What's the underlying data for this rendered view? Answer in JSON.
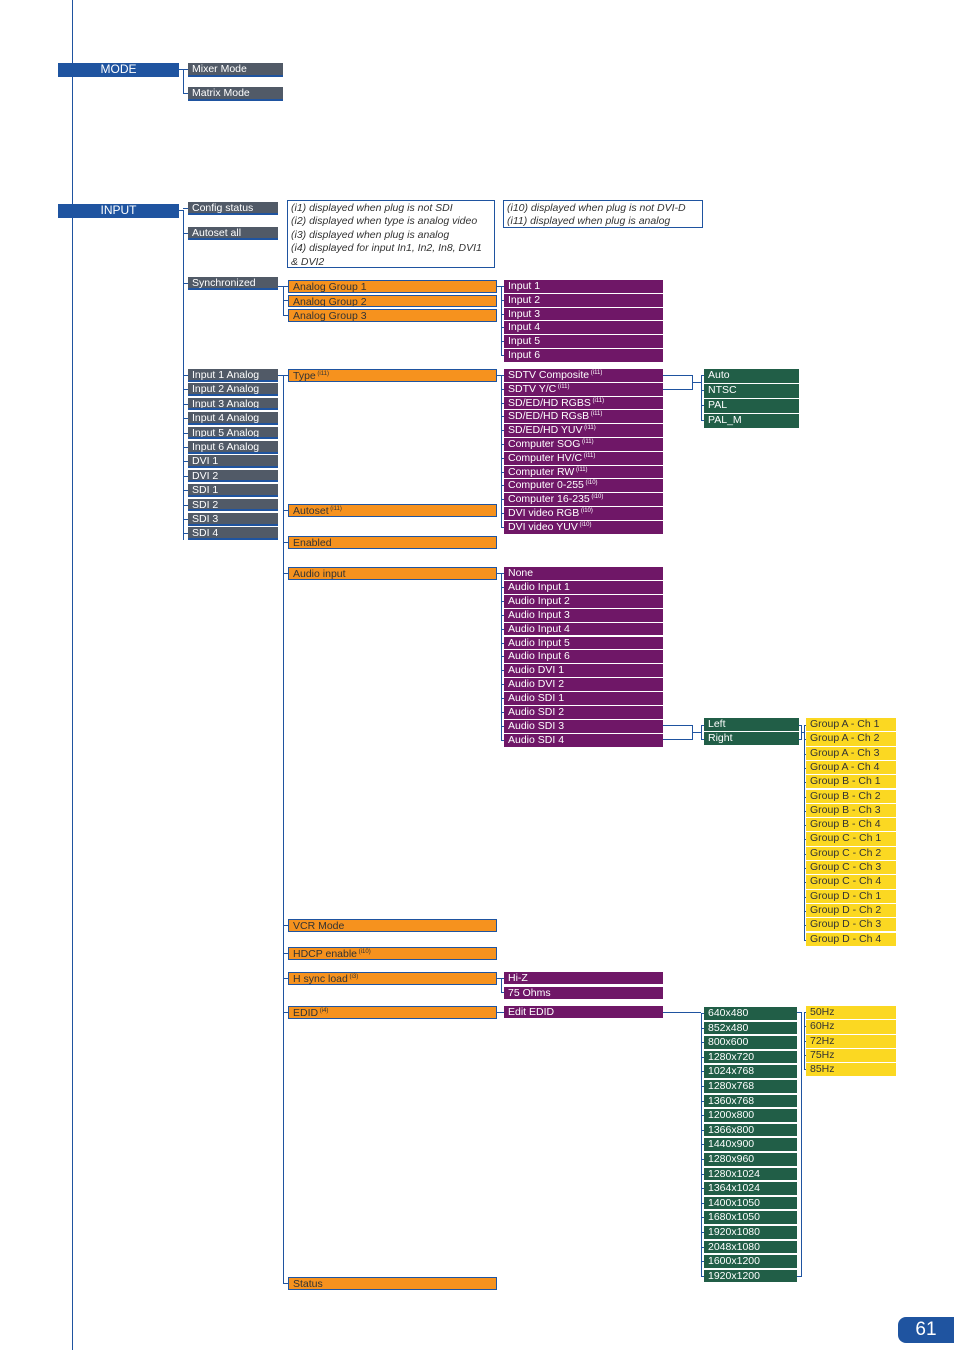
{
  "mode": {
    "label": "MODE",
    "options": [
      "Mixer Mode",
      "Matrix Mode"
    ]
  },
  "input": {
    "label": "INPUT",
    "level1": [
      "Config status",
      "Autoset all",
      "Synchronized"
    ],
    "notes_a": [
      "(i1) displayed when plug is not SDI",
      "(i2) displayed when type is analog video",
      "(i3) displayed when plug is analog",
      "(i4) displayed for input In1, In2, In8, DVI1",
      "& DVI2"
    ],
    "notes_b": [
      "(i10) displayed when plug is not DVI-D",
      "(i11) displayed when plug is analog"
    ],
    "analog_groups": [
      "Analog Group 1",
      "Analog Group 2",
      "Analog Group 3"
    ],
    "sync_inputs": [
      "Input 1",
      "Input 2",
      "Input 3",
      "Input 4",
      "Input 5",
      "Input 6"
    ],
    "plugs": [
      "Input 1 Analog",
      "Input 2 Analog",
      "Input 3 Analog",
      "Input 4 Analog",
      "Input 5 Analog",
      "Input 6 Analog",
      "DVI 1",
      "DVI 2",
      "SDI 1",
      "SDI 2",
      "SDI 3",
      "SDI 4"
    ],
    "settings": [
      {
        "label": "Type",
        "sup": "(i11)"
      },
      {
        "label": "Autoset",
        "sup": "(i11)"
      },
      {
        "label": "Enabled",
        "sup": ""
      },
      {
        "label": "Audio input",
        "sup": ""
      },
      {
        "label": "VCR Mode",
        "sup": ""
      },
      {
        "label": "HDCP enable",
        "sup": "(i10)"
      },
      {
        "label": "H sync load",
        "sup": "(i3)"
      },
      {
        "label": "EDID",
        "sup": "(i4)"
      },
      {
        "label": "Status",
        "sup": ""
      }
    ],
    "types": [
      {
        "label": "SDTV Composite",
        "sup": "(i11)"
      },
      {
        "label": "SDTV Y/C",
        "sup": "(i11)"
      },
      {
        "label": "SD/ED/HD RGBS",
        "sup": "(i11)"
      },
      {
        "label": "SD/ED/HD RGsB",
        "sup": "(i11)"
      },
      {
        "label": "SD/ED/HD YUV",
        "sup": "(i11)"
      },
      {
        "label": "Computer SOG",
        "sup": "(i11)"
      },
      {
        "label": "Computer HV/C",
        "sup": "(i11)"
      },
      {
        "label": "Computer RW",
        "sup": "(i11)"
      },
      {
        "label": "Computer 0-255",
        "sup": "(i10)"
      },
      {
        "label": "Computer 16-235",
        "sup": "(i10)"
      },
      {
        "label": "DVI video RGB",
        "sup": "(i10)"
      },
      {
        "label": "DVI video YUV",
        "sup": "(i10)"
      }
    ],
    "standards": [
      "Auto",
      "NTSC",
      "PAL",
      "PAL_M"
    ],
    "audio_inputs": [
      "None",
      "Audio Input 1",
      "Audio Input 2",
      "Audio Input 3",
      "Audio Input 4",
      "Audio Input 5",
      "Audio Input 6",
      "Audio DVI 1",
      "Audio DVI 2",
      "Audio SDI 1",
      "Audio SDI 2",
      "Audio SDI 3",
      "Audio SDI 4"
    ],
    "channels": [
      "Left",
      "Right"
    ],
    "groups": [
      "Group A - Ch 1",
      "Group A - Ch 2",
      "Group A - Ch 3",
      "Group A - Ch 4",
      "Group B - Ch 1",
      "Group B - Ch 2",
      "Group B - Ch 3",
      "Group B - Ch 4",
      "Group C - Ch 1",
      "Group C - Ch 2",
      "Group C - Ch 3",
      "Group C - Ch 4",
      "Group D - Ch 1",
      "Group D - Ch 2",
      "Group D - Ch 3",
      "Group D - Ch 4"
    ],
    "hsync": [
      "Hi-Z",
      "75 Ohms"
    ],
    "edid_edit": "Edit EDID",
    "resolutions": [
      "640x480",
      "852x480",
      "800x600",
      "1280x720",
      "1024x768",
      "1280x768",
      "1360x768",
      "1200x800",
      "1366x800",
      "1440x900",
      "1280x960",
      "1280x1024",
      "1364x1024",
      "1400x1050",
      "1680x1050",
      "1920x1080",
      "2048x1080",
      "1600x1200",
      "1920x1200"
    ],
    "refresh": [
      "50Hz",
      "60Hz",
      "72Hz",
      "75Hz",
      "85Hz"
    ]
  },
  "page_number": "61",
  "colors": {
    "blue": "#1f54a0",
    "gray": "#515a67",
    "orange": "#f6921e",
    "purple": "#6f1767",
    "green": "#215e47",
    "yellow": "#fbd822"
  }
}
